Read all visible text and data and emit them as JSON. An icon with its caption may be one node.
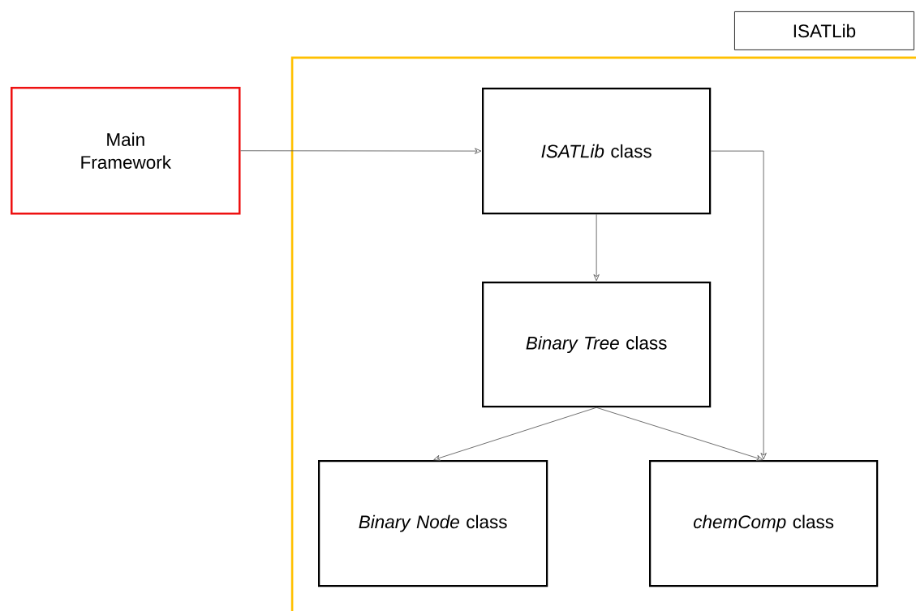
{
  "diagram": {
    "nodes": [
      {
        "text": [
          "Main Framework"
        ]
      },
      {
        "text": [
          "ISATLib"
        ]
      },
      {
        "text": [
          "*ISATLib* class"
        ],
        "in": 1
      },
      {
        "text": [
          "*Binary Tree* class"
        ],
        "in": 1
      },
      {
        "text": [
          "*Binary Node* class"
        ],
        "in": 1
      },
      {
        "text": [
          "*chemComp* class"
        ],
        "in": 1
      }
    ],
    "edges": [
      {
        "from": 0,
        "to": 2,
        "arrow": "to"
      },
      {
        "from": 2,
        "to": 3,
        "arrow": "to"
      },
      {
        "from": 3,
        "to": 4,
        "arrow": "to"
      },
      {
        "from": 3,
        "to": 5,
        "arrow": "to"
      },
      {
        "from": 2,
        "to": 5,
        "arrow": "to"
      }
    ]
  }
}
